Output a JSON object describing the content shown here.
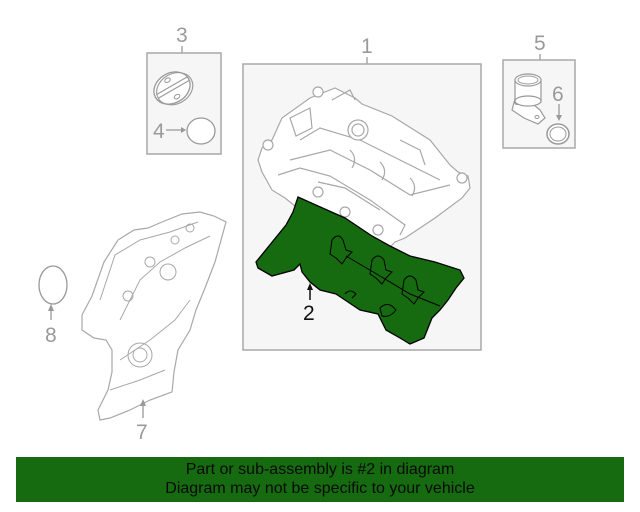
{
  "diagram": {
    "callouts": [
      {
        "id": "1",
        "label": "1"
      },
      {
        "id": "2",
        "label": "2"
      },
      {
        "id": "3",
        "label": "3"
      },
      {
        "id": "4",
        "label": "4"
      },
      {
        "id": "5",
        "label": "5"
      },
      {
        "id": "6",
        "label": "6"
      },
      {
        "id": "7",
        "label": "7"
      },
      {
        "id": "8",
        "label": "8"
      }
    ],
    "highlighted_part": "2",
    "colors": {
      "highlight": "#166b10",
      "line_art": "#a8a8a8",
      "box_fill": "#f6f6f6"
    }
  },
  "banner": {
    "line1": "Part or sub-assembly is #2 in diagram",
    "line2": "Diagram may not be specific to your vehicle"
  }
}
